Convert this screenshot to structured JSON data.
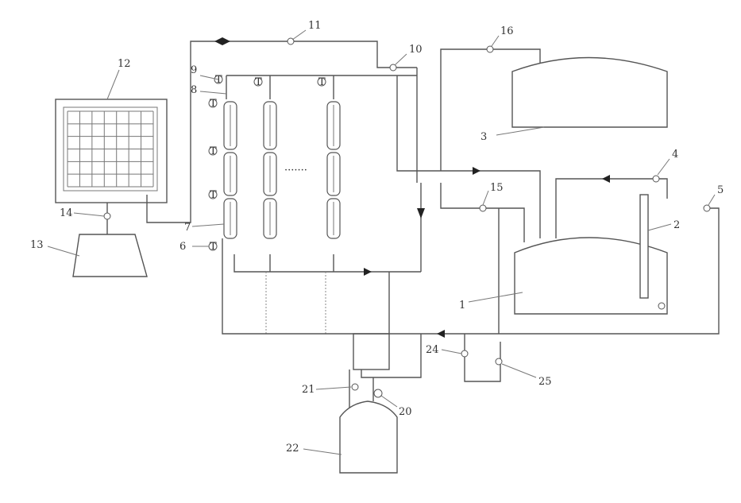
{
  "labels": {
    "l1": "1",
    "l2": "2",
    "l3": "3",
    "l4": "4",
    "l5": "5",
    "l6": "6",
    "l7": "7",
    "l8": "8",
    "l9": "9",
    "l10": "10",
    "l11": "11",
    "l12": "12",
    "l13": "13",
    "l14": "14",
    "l15": "15",
    "l16": "16",
    "l20": "20",
    "l21": "21",
    "l22": "22",
    "l24": "24",
    "l25": "25"
  },
  "ellipsis": "·······",
  "thermometer_symbol": "T"
}
